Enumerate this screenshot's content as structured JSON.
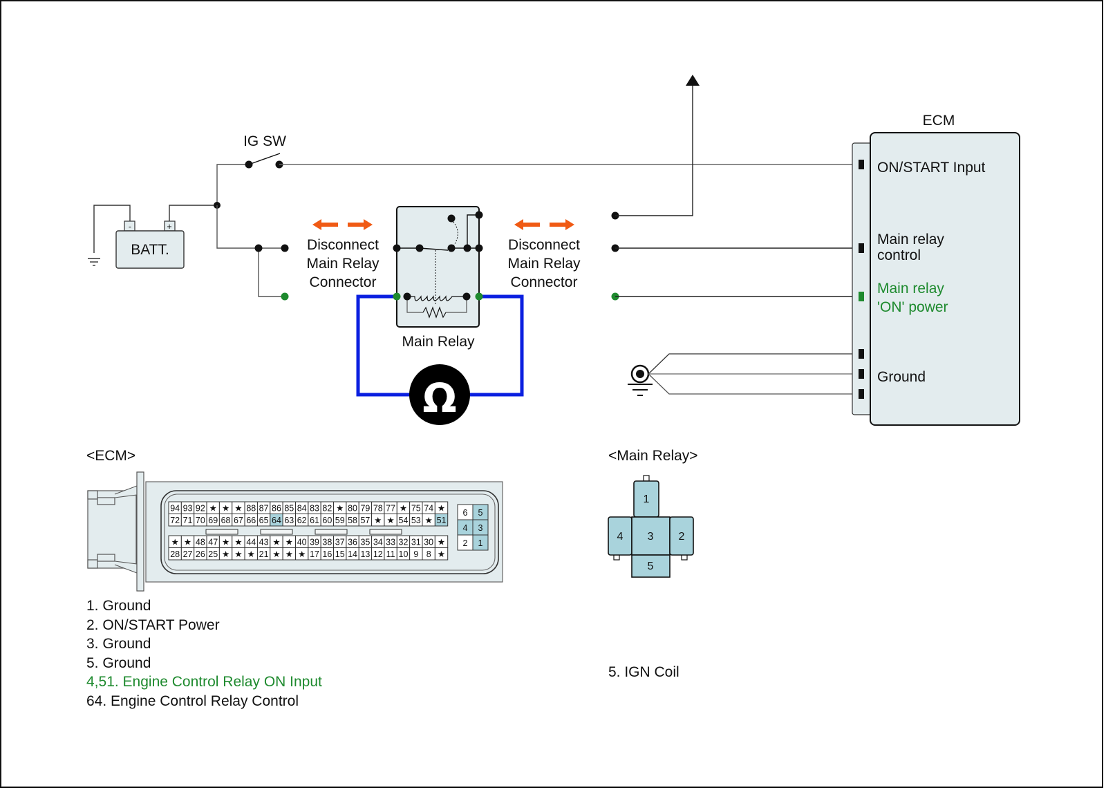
{
  "colors": {
    "wire": "#444444",
    "wire_dark": "#111111",
    "green": "#1e8a2e",
    "meter_loop": "#0a1fe0",
    "arrow": "#f05a14",
    "box_fill": "#e3ecee",
    "pin_highlight": "#a9d3dc"
  },
  "battery": {
    "label": "BATT.",
    "neg": "-",
    "pos": "+"
  },
  "ig_switch": {
    "label": "IG SW"
  },
  "disconnect_left": {
    "lines": [
      "Disconnect",
      "Main Relay",
      "Connector"
    ]
  },
  "disconnect_right": {
    "lines": [
      "Disconnect",
      "Main Relay",
      "Connector"
    ]
  },
  "main_relay": {
    "label": "Main Relay"
  },
  "ohmmeter": {
    "symbol": "Ω"
  },
  "ecm": {
    "title": "ECM",
    "terminals": [
      {
        "label": "ON/START Input",
        "lines": [
          "ON/START Input"
        ],
        "color": "black"
      },
      {
        "label": "Main relay control",
        "lines": [
          "Main relay",
          "control"
        ],
        "color": "black"
      },
      {
        "label": "Main relay 'ON' power",
        "lines": [
          "Main relay",
          "'ON' power"
        ],
        "color": "green"
      },
      {
        "label": "Ground",
        "lines": [
          "Ground"
        ],
        "color": "black"
      }
    ]
  },
  "ecm_connector": {
    "title": "<ECM>",
    "rows": [
      [
        "94",
        "93",
        "92",
        "★",
        "★",
        "★",
        "88",
        "87",
        "86",
        "85",
        "84",
        "83",
        "82",
        "★",
        "80",
        "79",
        "78",
        "77",
        "★",
        "75",
        "74",
        "★"
      ],
      [
        "72",
        "71",
        "70",
        "69",
        "68",
        "67",
        "66",
        "65",
        "64",
        "63",
        "62",
        "61",
        "60",
        "59",
        "58",
        "57",
        "★",
        "★",
        "54",
        "53",
        "★",
        "51"
      ],
      [
        "★",
        "★",
        "48",
        "47",
        "★",
        "★",
        "44",
        "43",
        "★",
        "★",
        "40",
        "39",
        "38",
        "37",
        "36",
        "35",
        "34",
        "33",
        "32",
        "31",
        "30",
        "★"
      ],
      [
        "28",
        "27",
        "26",
        "25",
        "★",
        "★",
        "★",
        "21",
        "★",
        "★",
        "★",
        "17",
        "16",
        "15",
        "14",
        "13",
        "12",
        "11",
        "10",
        "9",
        "8",
        "★"
      ]
    ],
    "highlighted_pins": [
      "64",
      "51"
    ],
    "power_block": [
      [
        "6",
        "5"
      ],
      [
        "4",
        "3"
      ],
      [
        "2",
        "1"
      ]
    ],
    "power_highlighted": [
      "5",
      "4",
      "3",
      "1"
    ],
    "legend": [
      {
        "text": "1. Ground",
        "color": "black"
      },
      {
        "text": "2. ON/START Power",
        "color": "black"
      },
      {
        "text": "3. Ground",
        "color": "black"
      },
      {
        "text": "5. Ground",
        "color": "black"
      },
      {
        "text": "4,51. Engine Control Relay ON Input",
        "color": "green"
      },
      {
        "text": "64. Engine Control Relay Control",
        "color": "black"
      }
    ]
  },
  "relay_connector": {
    "title": "<Main Relay>",
    "pins": [
      "1",
      "2",
      "3",
      "4",
      "5"
    ],
    "legend": [
      {
        "text": "5. IGN Coil",
        "color": "black"
      }
    ]
  }
}
